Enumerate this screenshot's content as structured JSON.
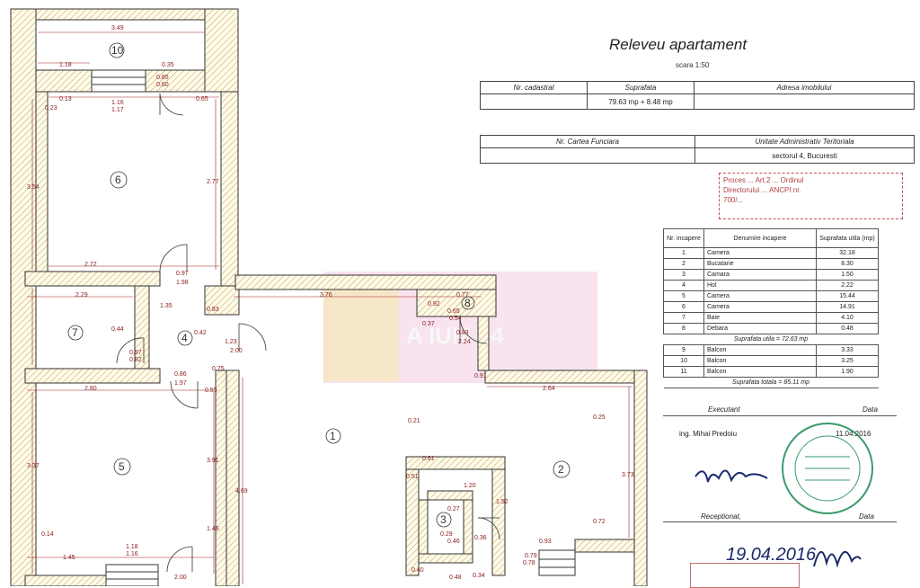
{
  "document": {
    "title": "Releveu apartament",
    "scale": "scara 1:50",
    "watermark": "A  IUM 94",
    "header_table": {
      "col1": "Nr. cadastral",
      "col2": "Suprafata",
      "col3": "Adresa imobilului",
      "area": "79.63 mp + 8.48 mp",
      "col4": "Nr. Cartea Funciara",
      "col5": "Unitate Administrativ Teritoriala",
      "uat": "sectorul 4, Bucuresti"
    },
    "red_stamp_lines": [
      "Proces ... Art.2 ... Ordinul",
      "Directorului ... ANCPI nr.",
      "700/..."
    ],
    "rooms_table": {
      "head_nr": "Nr. incapere",
      "head_name": "Denumire incapere",
      "head_area": "Suprafata utila (mp)",
      "rows": [
        {
          "nr": "1",
          "name": "Camera",
          "area": "32.18"
        },
        {
          "nr": "2",
          "name": "Bucatarie",
          "area": "8.30"
        },
        {
          "nr": "3",
          "name": "Camara",
          "area": "1.50"
        },
        {
          "nr": "4",
          "name": "Hol",
          "area": "2.22"
        },
        {
          "nr": "5",
          "name": "Camera",
          "area": "15.44"
        },
        {
          "nr": "6",
          "name": "Camera",
          "area": "14.91"
        },
        {
          "nr": "7",
          "name": "Baie",
          "area": "4.10"
        },
        {
          "nr": "8",
          "name": "Debara",
          "area": "0.48"
        }
      ],
      "subtotal": "Suprafata utila = 72.63 mp",
      "balcony_rows": [
        {
          "nr": "9",
          "name": "Balcon",
          "area": "3.33"
        },
        {
          "nr": "10",
          "name": "Balcon",
          "area": "3.25"
        },
        {
          "nr": "11",
          "name": "Balcon",
          "area": "1.90"
        }
      ],
      "total": "Suprafata totala = 85.11 mp"
    },
    "executed_label": "Executant",
    "date_label": "Data",
    "engineer": "ing. Mihai Predoiu",
    "exec_date": "11.04.2016",
    "received_label": "Receptionat,",
    "received_date_label": "Data",
    "handwritten_date": "19.04.2016"
  },
  "plan": {
    "room_numbers": [
      "1",
      "2",
      "3",
      "4",
      "5",
      "6",
      "7",
      "8",
      "10"
    ],
    "dimensions": [
      "3.49",
      "1.18",
      "0.35",
      "0.85",
      "0.60",
      "0.13",
      "0.23",
      "1.16",
      "1.17",
      "3.54",
      "2.77",
      "0.65",
      "2.72",
      "0.97",
      "1.98",
      "1.35",
      "0.83",
      "2.29",
      "0.44",
      "0.42",
      "1.23",
      "2.00",
      "0.97",
      "0.82",
      "0.86",
      "1.97",
      "0.75",
      "0.55",
      "2.80",
      "3.76",
      "0.37",
      "0.77",
      "0.92",
      "0.65",
      "0.54",
      "0.83",
      "2.24",
      "0.91",
      "2.64",
      "0.21",
      "0.61",
      "0.51",
      "1.20",
      "0.27",
      "0.29",
      "3.73",
      "1.52",
      "1.49",
      "0.14",
      "1.45",
      "0.46",
      "0.34",
      "0.79",
      "0.40",
      "0.48",
      "0.36",
      "0.78",
      "1.18",
      "1.16",
      "2.00",
      "0.93",
      "3.91",
      "4.69",
      "3.37",
      "0.25",
      "0.72"
    ]
  }
}
